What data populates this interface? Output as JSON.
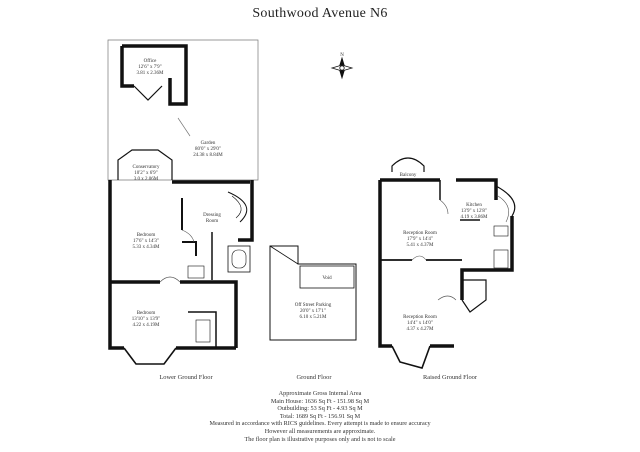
{
  "title": "Southwood Avenue N6",
  "rooms": {
    "office": {
      "name": "Office",
      "imperial": "12'6\" x 7'9\"",
      "metric": "3.81 x 2.36M"
    },
    "garden": {
      "name": "Garden",
      "imperial": "80'0\" x 29'0\"",
      "metric": "24.38 x 8.84M"
    },
    "conservatory": {
      "name": "Conservatory",
      "imperial": "10'2\" x 6'9\"",
      "metric": "3.0 x 2.06M"
    },
    "dressing": {
      "name": "Dressing",
      "name2": "Room"
    },
    "bedroom1": {
      "name": "Bedroom",
      "imperial": "17'6\" x 14'3\"",
      "metric": "5.33 x 4.34M"
    },
    "bedroom2": {
      "name": "Bedroom",
      "imperial": "13'10\" x 13'9\"",
      "metric": "4.22 x 4.19M"
    },
    "void": {
      "name": "Void"
    },
    "parking": {
      "name": "Off Street Parking",
      "imperial": "20'0\" x 17'1\"",
      "metric": "6.10 x 5.21M"
    },
    "balcony": {
      "name": "Balcony"
    },
    "kitchen": {
      "name": "Kitchen",
      "imperial": "13'9\" x 12'8\"",
      "metric": "4.19 x 3.86M"
    },
    "reception1": {
      "name": "Reception Room",
      "imperial": "17'9\" x 14'4\"",
      "metric": "5.41 x 4.37M"
    },
    "reception2": {
      "name": "Reception Room",
      "imperial": "14'4\" x 14'0\"",
      "metric": "4.37 x 4.27M"
    }
  },
  "floors": {
    "lower": "Lower Ground Floor",
    "ground": "Ground Floor",
    "raised": "Raised Ground Floor"
  },
  "footer": {
    "l1": "Approximate Gross Internal Area",
    "l2": "Main House: 1636 Sq Ft - 151.98 Sq M",
    "l3": "Outbuilding: 53 Sq Ft - 4.93 Sq M",
    "l4": "Total: 1689 Sq Ft - 156.91 Sq M",
    "l5": "Measured in accordance with RICS guidelines. Every attempt is made to ensure accuracy",
    "l6": "However all measurements are approximate.",
    "l7": "The floor plan is illustrative purposes only and is not to scale"
  },
  "colors": {
    "wall": "#111111",
    "line": "#555555"
  }
}
